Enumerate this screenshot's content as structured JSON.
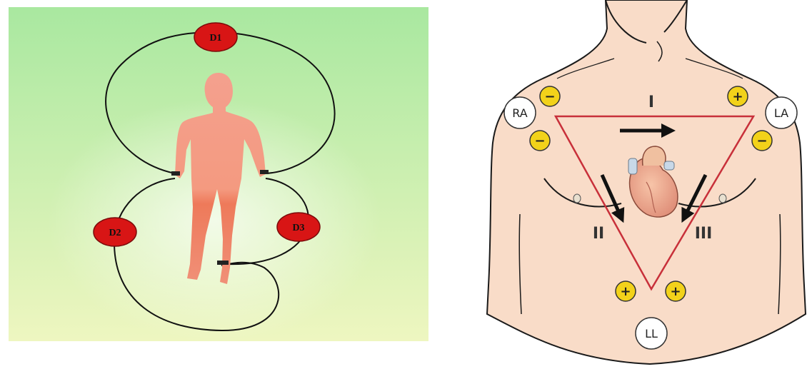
{
  "left_panel": {
    "background_top": "#a9e8a0",
    "background_bottom": "#eef6c0",
    "figure_color": "#f08a78",
    "lead_badge_color": "#d81515",
    "leads": [
      {
        "label": "D1"
      },
      {
        "label": "D2"
      },
      {
        "label": "D3"
      }
    ]
  },
  "right_panel": {
    "skin_color": "#f9dcc8",
    "triangle_color": "#c8303a",
    "terminal_color": "#f2d21a",
    "electrodes": [
      {
        "label": "RA"
      },
      {
        "label": "LA"
      },
      {
        "label": "LL"
      }
    ],
    "polarity_signs": [
      "−",
      "+",
      "−",
      "−",
      "+",
      "+"
    ],
    "lead_numerals": [
      "I",
      "II",
      "III"
    ]
  }
}
